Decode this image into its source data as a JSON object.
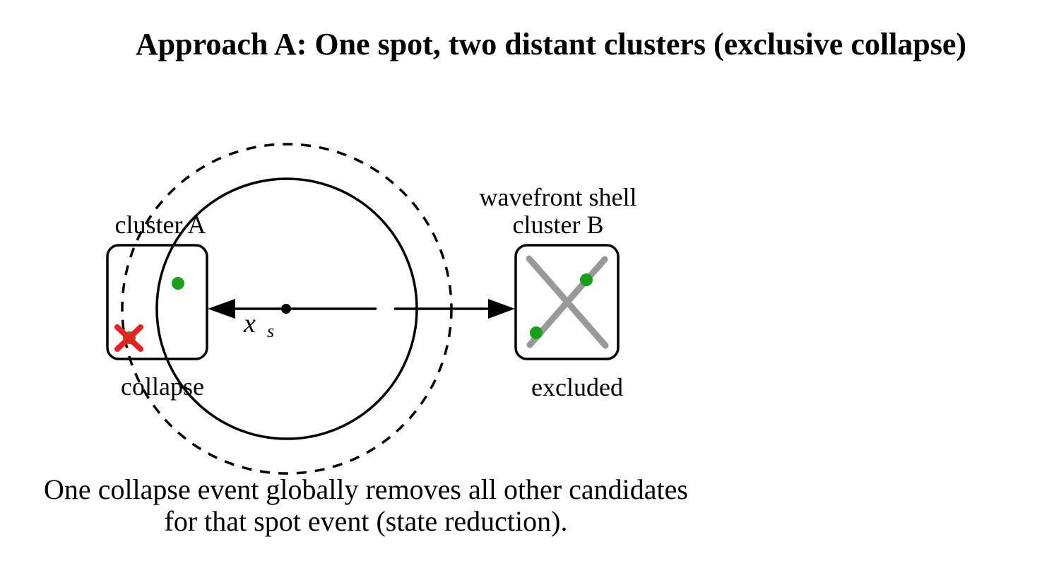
{
  "title": "Approach A: One spot, two distant clusters (exclusive collapse)",
  "colors": {
    "black": "#000000",
    "dashed_shell": "#303030",
    "collapse_red": "#ee1f1f",
    "candidate_green": "#18a018",
    "excluded_gray": "#999999",
    "excluded_text_gray": "#8f8f8f"
  },
  "cluster_a": {
    "label": "cluster A",
    "annotation": "collapse"
  },
  "cluster_b": {
    "label_line1": "wavefront shell",
    "label_line2": "cluster B",
    "annotation": "excluded"
  },
  "spot_label": {
    "base": "x",
    "subscript": "s"
  },
  "caption": {
    "line1": "One collapse event globally removes all other candidates",
    "line2": "for that spot event (state reduction)."
  }
}
